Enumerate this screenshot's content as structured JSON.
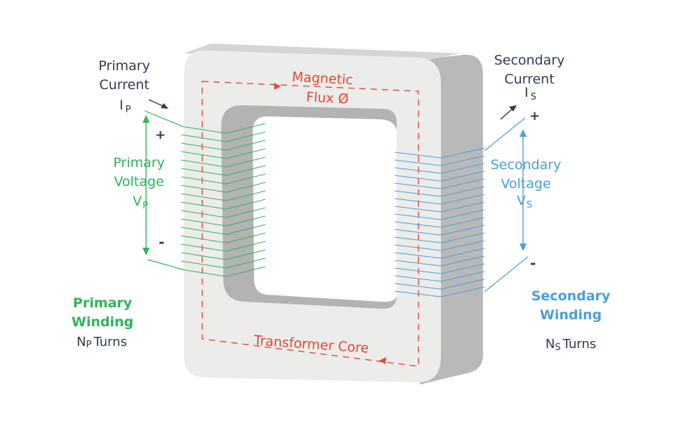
{
  "colors": {
    "primary": "#2fb457",
    "secondary": "#4b9fd8",
    "flux": "#e04a36",
    "text": "#2e3c4e",
    "core_face": "#ececeb",
    "core_side": "#b9b9b9",
    "core_inner": "#b0b0b0"
  },
  "labels": {
    "primary_current": [
      "Primary",
      "Current"
    ],
    "primary_current_symbol": "I",
    "primary_current_sub": "P",
    "primary_voltage": [
      "Primary",
      "Voltage"
    ],
    "primary_voltage_symbol": "V",
    "primary_voltage_sub": "P",
    "plus": "+",
    "minus": "-",
    "primary_winding": [
      "Primary",
      "Winding"
    ],
    "primary_turns_symbol": "N",
    "primary_turns_sub": "P",
    "turns_word": "Turns",
    "secondary_current": [
      "Secondary",
      "Current"
    ],
    "secondary_current_symbol": "I",
    "secondary_current_sub": "S",
    "secondary_voltage": [
      "Secondary",
      "Voltage"
    ],
    "secondary_voltage_symbol": "V",
    "secondary_voltage_sub": "S",
    "secondary_winding": [
      "Secondary",
      "Winding"
    ],
    "secondary_turns_symbol": "N",
    "secondary_turns_sub": "S",
    "magnetic_flux": [
      "Magnetic",
      "Flux Ø"
    ],
    "transformer_core": "Transformer Core"
  },
  "windings": {
    "primary_turns_drawn": 18,
    "secondary_turns_drawn": 19
  }
}
